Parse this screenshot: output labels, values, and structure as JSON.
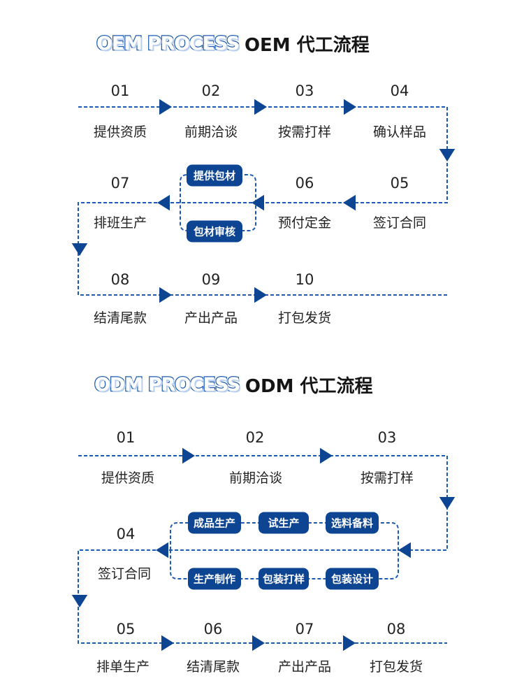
{
  "colors": {
    "accent": "#0e4593",
    "line": "#1e5bb0"
  },
  "oem": {
    "title_en": "OEM PROCESS",
    "title_cn": "OEM 代工流程",
    "steps": [
      {
        "num": "01",
        "label": "提供资质"
      },
      {
        "num": "02",
        "label": "前期洽谈"
      },
      {
        "num": "03",
        "label": "按需打样"
      },
      {
        "num": "04",
        "label": "确认样品"
      },
      {
        "num": "05",
        "label": "签订合同"
      },
      {
        "num": "06",
        "label": "预付定金"
      },
      {
        "num": "07",
        "label": "排班生产"
      },
      {
        "num": "08",
        "label": "结清尾款"
      },
      {
        "num": "09",
        "label": "产出产品"
      },
      {
        "num": "10",
        "label": "打包发货"
      }
    ],
    "pills": [
      "提供包材",
      "包材审核"
    ]
  },
  "odm": {
    "title_en": "ODM PROCESS",
    "title_cn": "ODM 代工流程",
    "steps": [
      {
        "num": "01",
        "label": "提供资质"
      },
      {
        "num": "02",
        "label": "前期洽谈"
      },
      {
        "num": "03",
        "label": "按需打样"
      },
      {
        "num": "04",
        "label": "签订合同"
      },
      {
        "num": "05",
        "label": "排单生产"
      },
      {
        "num": "06",
        "label": "结清尾款"
      },
      {
        "num": "07",
        "label": "产出产品"
      },
      {
        "num": "08",
        "label": "打包发货"
      }
    ],
    "pills_top": [
      "成品生产",
      "试生产",
      "选料备料"
    ],
    "pills_bottom": [
      "生产制作",
      "包装打样",
      "包装设计"
    ]
  }
}
